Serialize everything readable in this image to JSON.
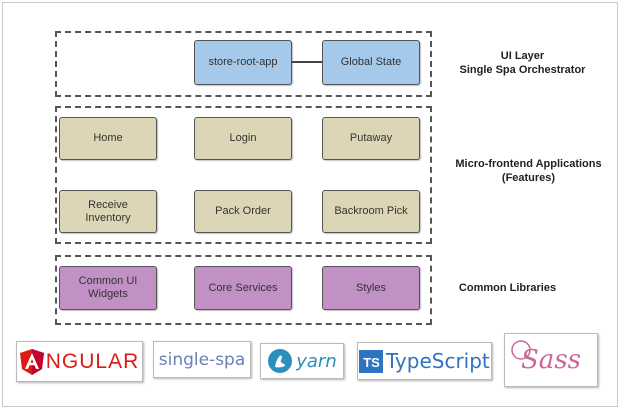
{
  "layers": {
    "ui": {
      "label_line1": "UI Layer",
      "label_line2": "Single Spa Orchestrator",
      "boxes": [
        "store-root-app",
        "Global State"
      ]
    },
    "micro": {
      "label_line1": "Micro-frontend Applications",
      "label_line2": "(Features)",
      "boxes": [
        "Home",
        "Login",
        "Putaway",
        "Receive Inventory",
        "Pack Order",
        "Backroom Pick"
      ]
    },
    "common": {
      "label": "Common Libraries",
      "boxes_line1": "Common UI",
      "boxes_line2": "Widgets",
      "boxes": [
        "Core Services",
        "Styles"
      ]
    }
  },
  "logos": {
    "angular": "NGULAR",
    "singlespa": "single-spa",
    "yarn": "yarn",
    "typescript_badge": "TS",
    "typescript": "TypeScript",
    "sass": "Sass"
  },
  "colors": {
    "ui_box": "#a4c9ea",
    "micro_box": "#ddd6b6",
    "common_box": "#c190c5",
    "angular_red": "#dd1b16",
    "typescript_blue": "#2f74c0",
    "sass_pink": "#cd6799",
    "yarn_blue": "#2c8ebb"
  },
  "icons": [
    "angular-shield-icon",
    "yarn-cat-icon",
    "sass-logo-icon"
  ]
}
